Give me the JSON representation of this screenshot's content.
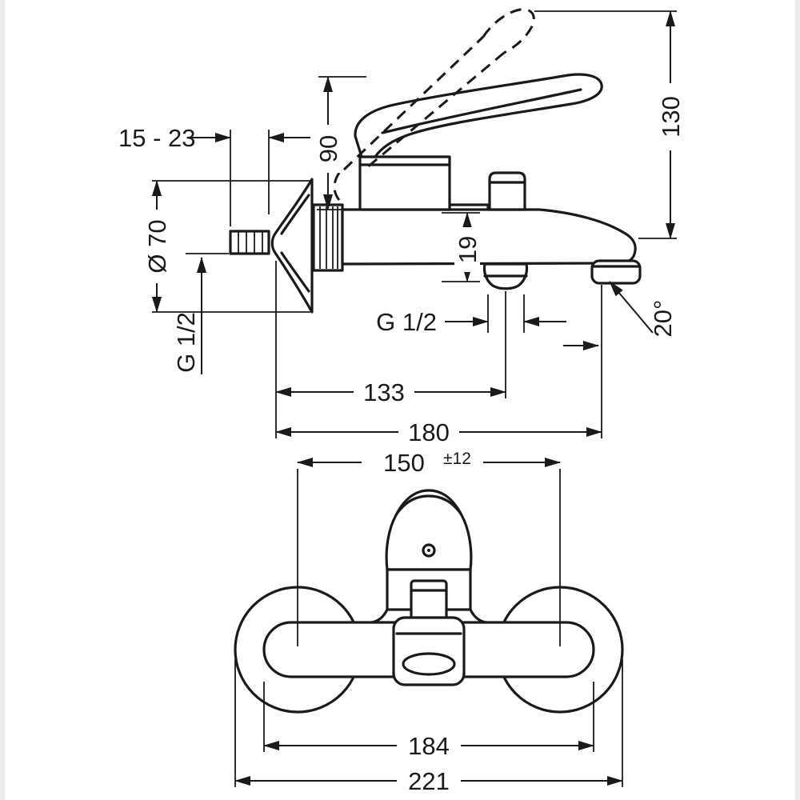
{
  "meta": {
    "description": "Technical dimension drawing of a wall-mounted single-lever bath mixer, side view (top) and front view (bottom)",
    "background_color": "#ffffff",
    "line_color": "#1a1a1a"
  },
  "side_view": {
    "wall_depth_range": "15 - 23",
    "escutcheon_diameter": "Ø 70",
    "inlet_thread": "G 1/2",
    "lever_height": "90",
    "max_height": "130",
    "spout_offset": "19",
    "outlet_thread": "G 1/2",
    "spout_angle": "20°",
    "depth_to_outlet": "133",
    "overall_depth": "180"
  },
  "front_view": {
    "hole_distance": "150",
    "hole_distance_tolerance": "±12",
    "body_width": "184",
    "overall_width": "221"
  }
}
